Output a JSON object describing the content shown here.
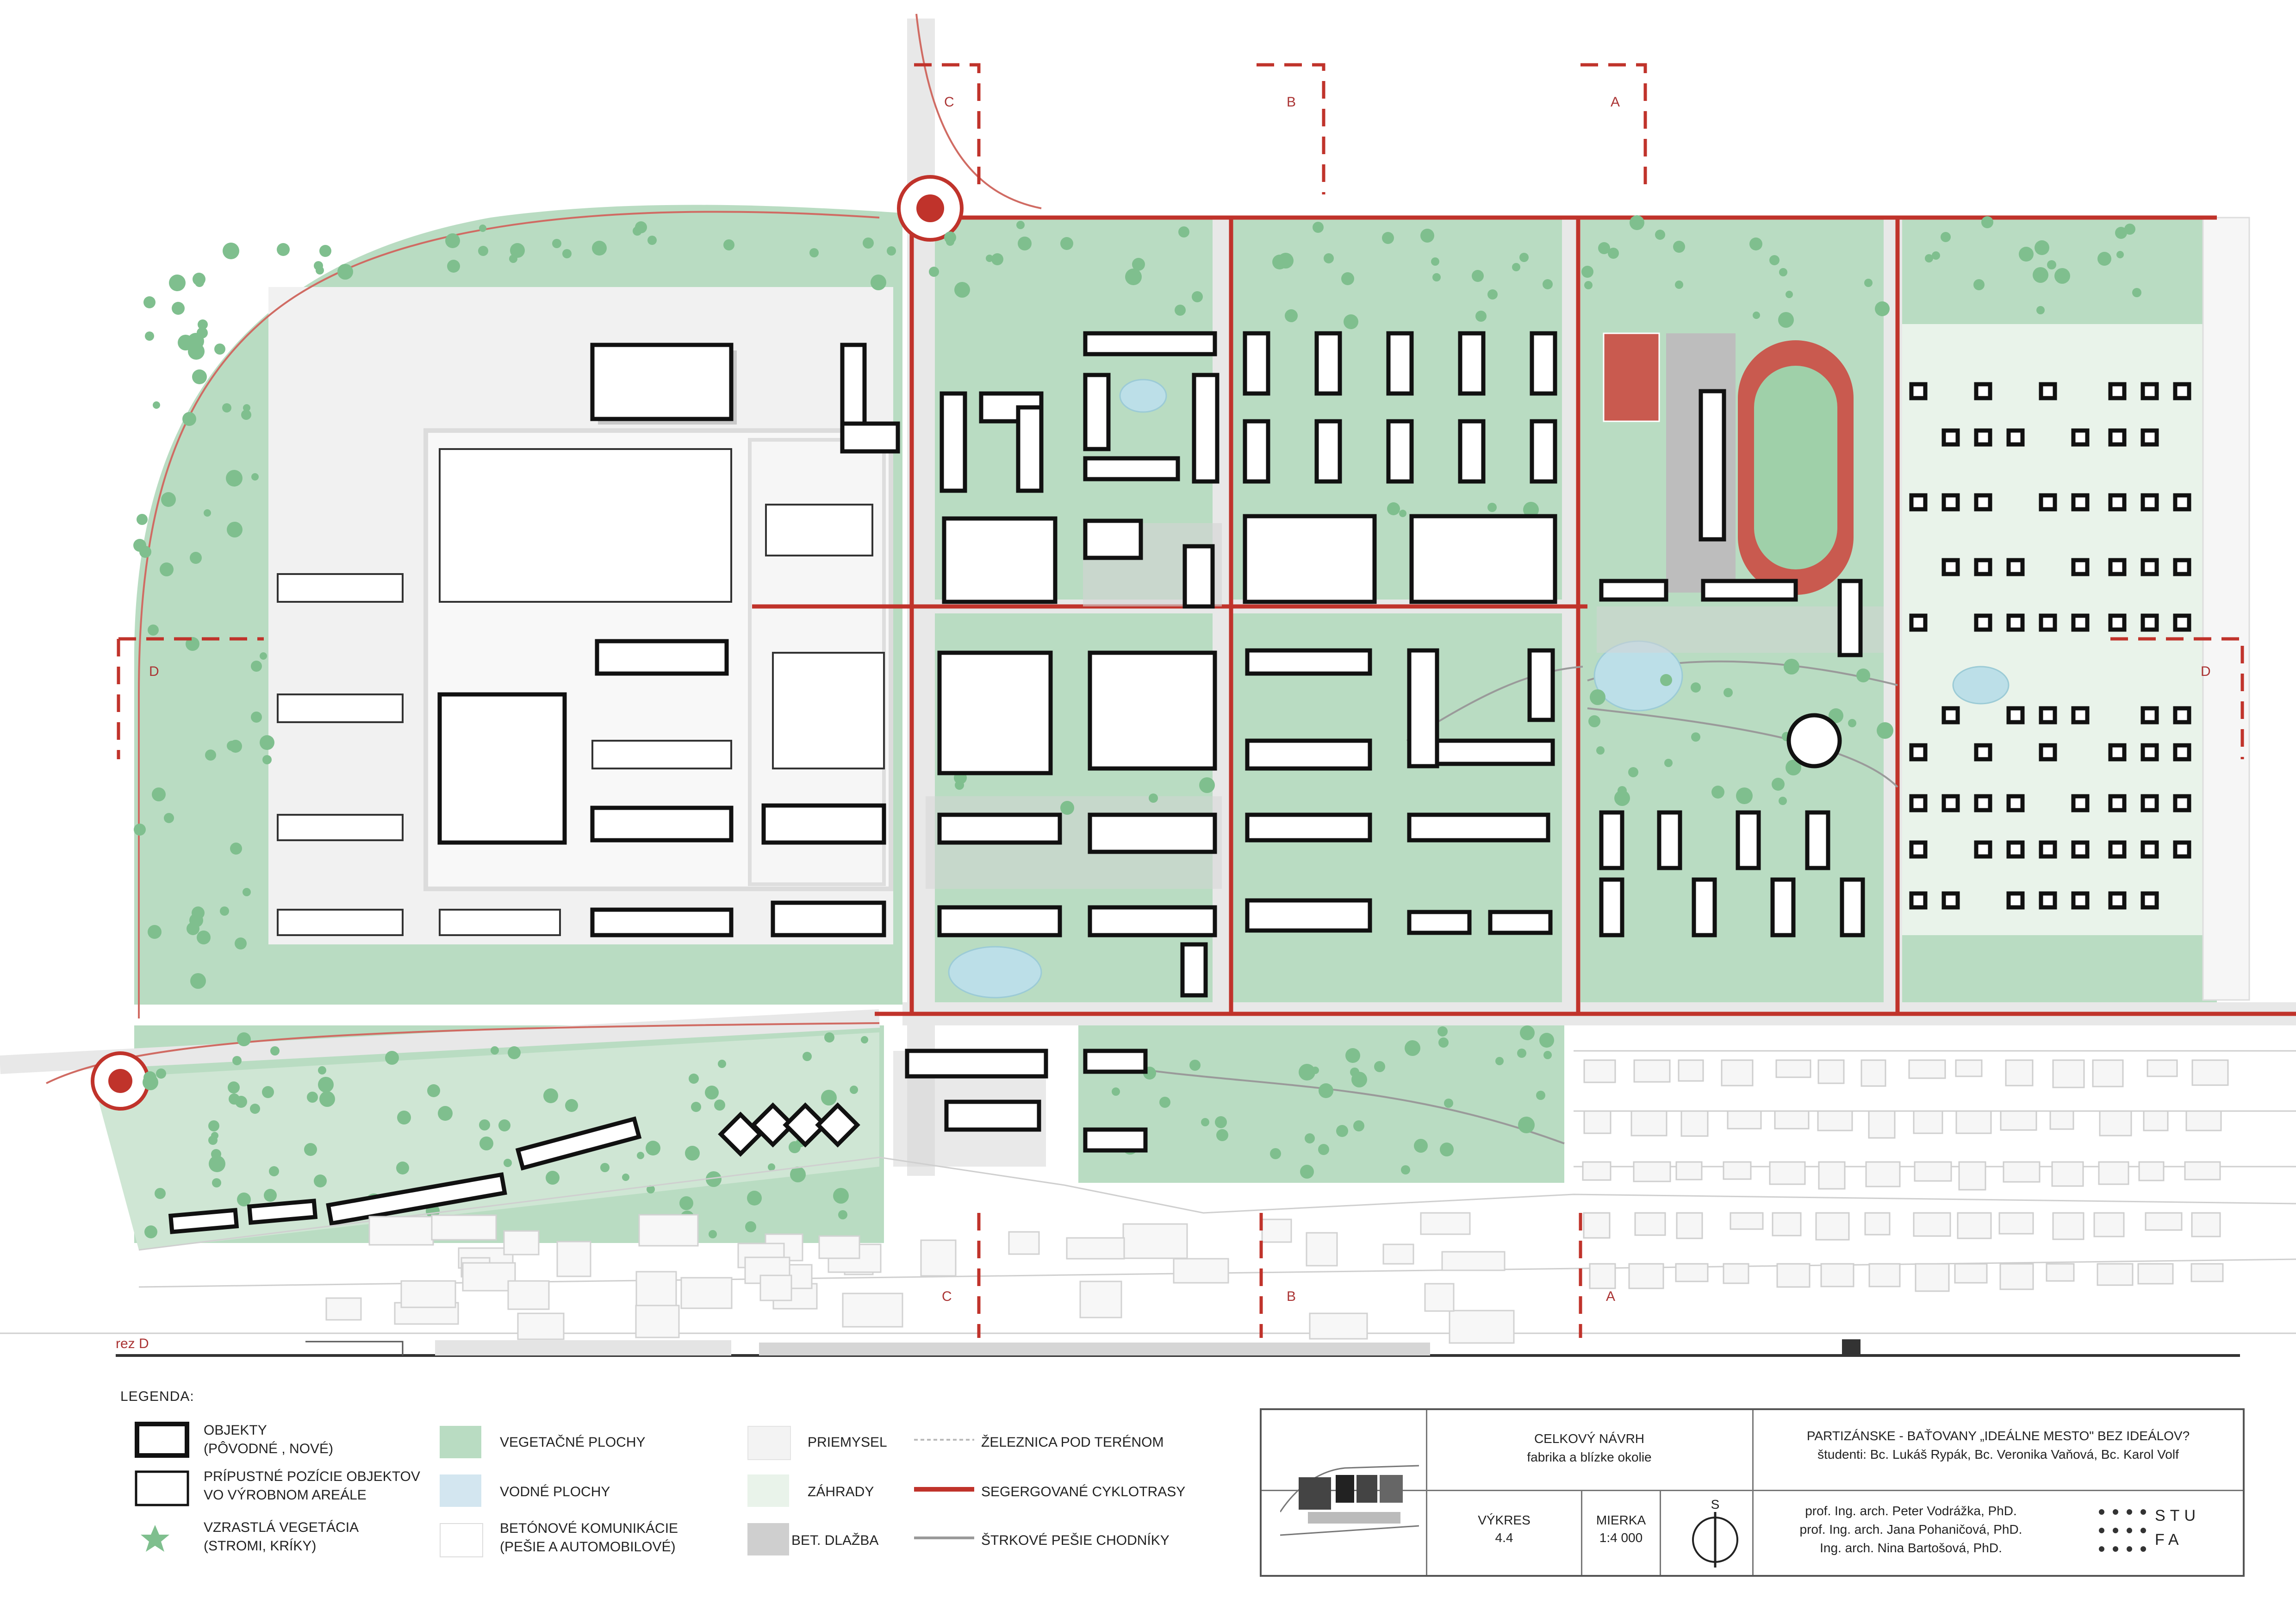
{
  "sections": {
    "a": "A",
    "b": "B",
    "c": "C",
    "d": "D",
    "rez_d": "rez D"
  },
  "legend": {
    "title": "LEGENDA:",
    "objects": "OBJEKTY\n(PÔVODNÉ , NOVÉ)",
    "allowed_positions": "PRÍPUSTNÉ POZÍCIE OBJEKTOV\nVO VÝROBNOM AREÁLE",
    "grown_vegetation": "VZRASTLÁ VEGETÁCIA\n(STROMI, KRÍKY)",
    "vegetation_areas": "VEGETAČNÉ PLOCHY",
    "water_areas": "VODNÉ PLOCHY",
    "concrete_comms": "BETÓNOVÉ KOMUNIKÁCIE\n(PEŠIE A AUTOMOBILOVÉ)",
    "industry": "PRIEMYSEL",
    "gardens": "ZÁHRADY",
    "concrete_paving": "BET. DLAŽBA",
    "rail_underground": "ŽELEZNICA POD TERÉNOM",
    "cycle_routes": "SEGERGOVANÉ CYKLOTRASY",
    "gravel_paths": "ŠTRKOVÉ PEŠIE CHODNÍKY"
  },
  "title_block": {
    "drawing_title": "CELKOVÝ NÁVRH",
    "drawing_subtitle": "fabrika a blízke okolie",
    "sheet_label": "VÝKRES",
    "sheet_number": "4.4",
    "scale_label": "MIERKA",
    "scale_value": "1:4 000",
    "north_mark": "S",
    "project_title": "PARTIZÁNSKE - BAŤOVANY „IDEÁLNE MESTO\" BEZ IDEÁLOV?",
    "students": "študenti: Bc. Lukáš Rypák, Bc. Veronika Vaňová, Bc. Karol Volf",
    "tutor_1": "prof. Ing. arch. Peter Vodrážka, PhD.",
    "tutor_2": "prof. Ing. arch. Jana Pohaničová, PhD.",
    "tutor_3": "Ing. arch. Nina Bartošová, PhD.",
    "logo_line_1": "STU",
    "logo_line_2": "FA"
  },
  "colors": {
    "vegetation": "#b9dcc2",
    "water": "#bcdfe8",
    "cycle_route": "#c0332b",
    "industry": "#f1f1f1",
    "paving": "#d4d4d4"
  }
}
